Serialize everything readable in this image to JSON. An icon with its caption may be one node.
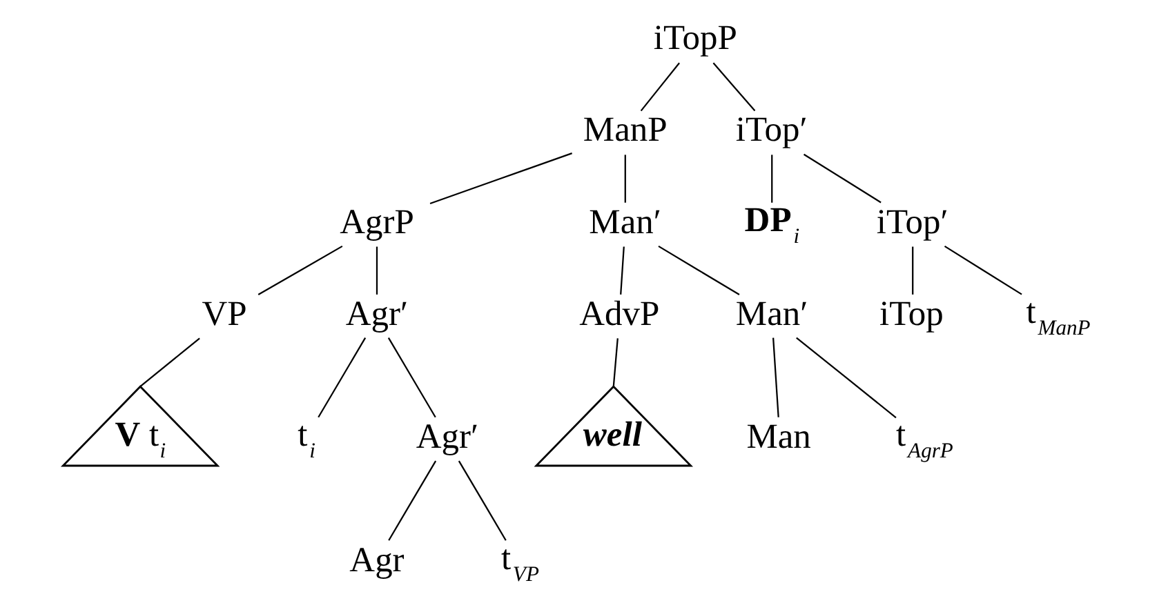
{
  "diagram": {
    "nodes": [
      {
        "text": [
          "iTopP"
        ]
      },
      {
        "text": [
          "ManP"
        ]
      },
      {
        "text": [
          "iTop′"
        ]
      },
      {
        "text": [
          "AgrP"
        ]
      },
      {
        "text": [
          "Man′"
        ]
      },
      {
        "text": [
          "**DP**$_{i}$"
        ]
      },
      {
        "text": [
          "iTop′"
        ]
      },
      {
        "text": [
          "VP"
        ]
      },
      {
        "text": [
          "Agr′"
        ]
      },
      {
        "text": [
          "AdvP"
        ]
      },
      {
        "text": [
          "Man′"
        ]
      },
      {
        "text": [
          "iTop"
        ]
      },
      {
        "text": [
          "t$_{ManP}$"
        ]
      },
      {
        "text": [
          "**V** t$_{i}$"
        ]
      },
      {
        "text": [
          "t$_{i}$"
        ]
      },
      {
        "text": [
          "Agr′"
        ]
      },
      {
        "text": [
          "well"
        ]
      },
      {
        "text": [
          "Man"
        ]
      },
      {
        "text": [
          "t$_{AgrP}$"
        ]
      },
      {
        "text": [
          "Agr"
        ]
      },
      {
        "text": [
          "t$_{VP}$"
        ]
      }
    ],
    "edges": [
      {
        "from": 0,
        "to": 1,
        "arrow": "none"
      },
      {
        "from": 0,
        "to": 2,
        "arrow": "none"
      },
      {
        "from": 1,
        "to": 3,
        "arrow": "none"
      },
      {
        "from": 1,
        "to": 4,
        "arrow": "none"
      },
      {
        "from": 2,
        "to": 5,
        "arrow": "none"
      },
      {
        "from": 2,
        "to": 6,
        "arrow": "none"
      },
      {
        "from": 3,
        "to": 7,
        "arrow": "none"
      },
      {
        "from": 3,
        "to": 8,
        "arrow": "none"
      },
      {
        "from": 4,
        "to": 9,
        "arrow": "none"
      },
      {
        "from": 4,
        "to": 10,
        "arrow": "none"
      },
      {
        "from": 6,
        "to": 11,
        "arrow": "none"
      },
      {
        "from": 6,
        "to": 12,
        "arrow": "none"
      },
      {
        "from": 7,
        "to": 13,
        "arrow": "none"
      },
      {
        "from": 8,
        "to": 14,
        "arrow": "none"
      },
      {
        "from": 8,
        "to": 15,
        "arrow": "none"
      },
      {
        "from": 9,
        "to": 16,
        "arrow": "none"
      },
      {
        "from": 10,
        "to": 17,
        "arrow": "none"
      },
      {
        "from": 10,
        "to": 18,
        "arrow": "none"
      },
      {
        "from": 15,
        "to": 19,
        "arrow": "none"
      },
      {
        "from": 15,
        "to": 20,
        "arrow": "none"
      }
    ]
  }
}
